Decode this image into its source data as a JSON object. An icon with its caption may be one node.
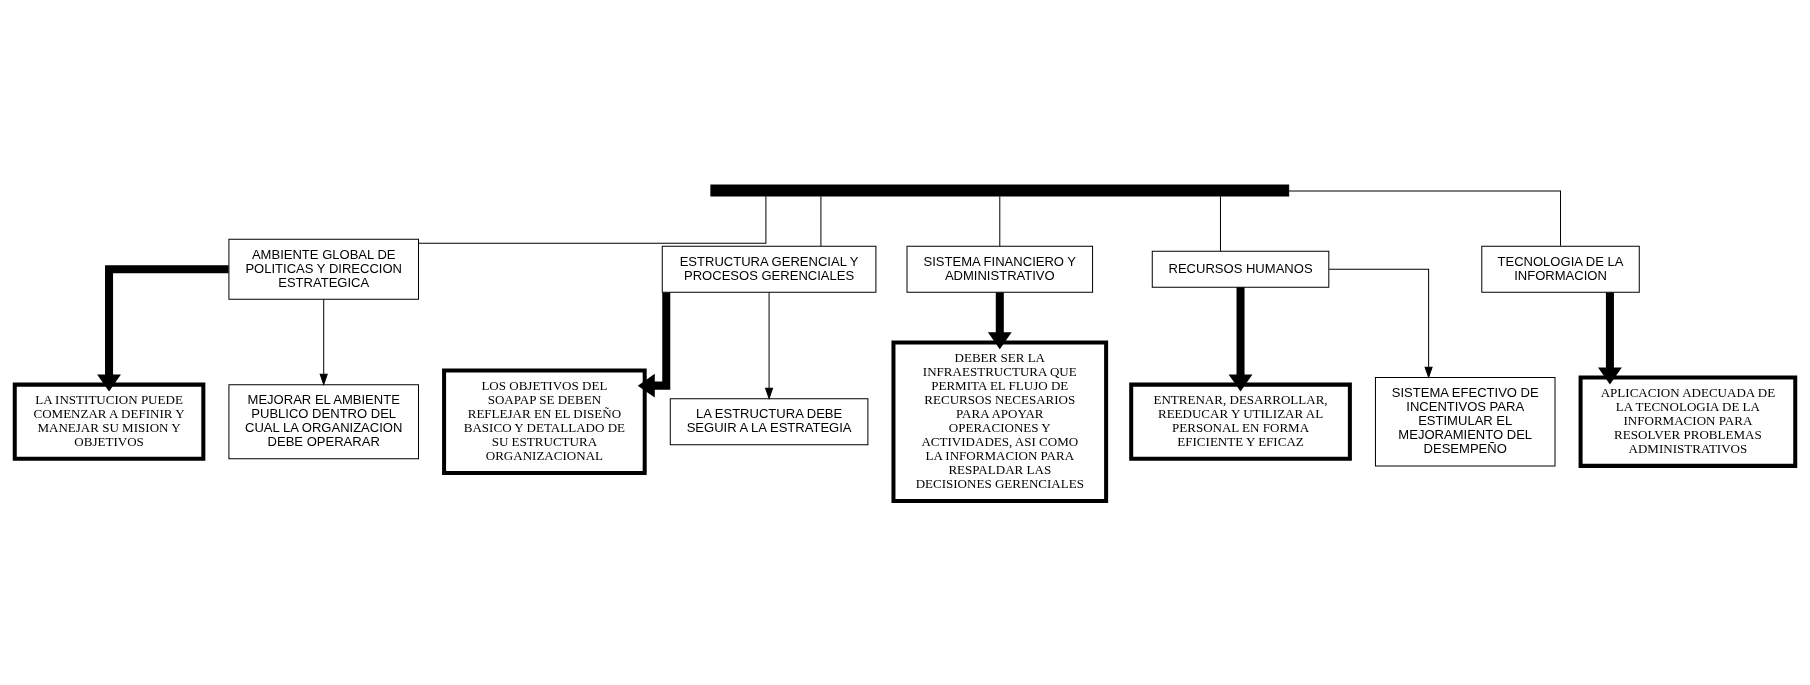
{
  "diagram": {
    "nodes": [
      {
        "text": [],
        "shape": "bar"
      },
      {
        "text": [
          "AMBIENTE GLOBAL DE POLITICAS Y DIRECCION ESTRATEGICA"
        ]
      },
      {
        "text": [
          "ESTRUCTURA GERENCIAL Y PROCESOS GERENCIALES"
        ]
      },
      {
        "text": [
          "SISTEMA FINANCIERO Y ADMINISTRATIVO"
        ]
      },
      {
        "text": [
          "RECURSOS HUMANOS"
        ]
      },
      {
        "text": [
          "TECNOLOGIA DE LA INFORMACION"
        ]
      },
      {
        "text": [
          "LA INSTITUCION PUEDE COMENZAR A DEFINIR Y MANEJAR SU MISION Y OBJETIVOS"
        ]
      },
      {
        "text": [
          "MEJORAR EL AMBIENTE PUBLICO DENTRO DEL CUAL LA ORGANIZACION DEBE OPERARAR"
        ]
      },
      {
        "text": [
          "LOS OBJETIVOS DEL SOAPAP SE DEBEN REFLEJAR EN EL DISEÑO BASICO Y DETALLADO DE SU ESTRUCTURA ORGANIZACIONAL"
        ]
      },
      {
        "text": [
          "LA ESTRUCTURA DEBE SEGUIR A LA ESTRATEGIA"
        ]
      },
      {
        "text": [
          "DEBER SER LA INFRAESTRUCTURA QUE PERMITA EL FLUJO DE RECURSOS NECESARIOS PARA APOYAR OPERACIONES Y ACTIVIDADES, ASI COMO LA INFORMACION PARA RESPALDAR LAS DECISIONES GERENCIALES"
        ]
      },
      {
        "text": [
          "ENTRENAR, DESARROLLAR, REEDUCAR Y UTILIZAR AL PERSONAL EN FORMA EFICIENTE Y EFICAZ"
        ]
      },
      {
        "text": [
          "SISTEMA EFECTIVO DE INCENTIVOS PARA ESTIMULAR EL MEJORAMIENTO DEL DESEMPEÑO"
        ]
      },
      {
        "text": [
          "APLICACION ADECUADA DE LA TECNOLOGIA DE LA INFORMACION PARA RESOLVER PROBLEMAS ADMINISTRATIVOS"
        ]
      }
    ],
    "edges": [
      {
        "from": 0,
        "to": 1,
        "arrow": "none"
      },
      {
        "from": 0,
        "to": 2,
        "arrow": "none"
      },
      {
        "from": 0,
        "to": 3,
        "arrow": "none"
      },
      {
        "from": 0,
        "to": 4,
        "arrow": "none"
      },
      {
        "from": 0,
        "to": 5,
        "arrow": "none"
      },
      {
        "from": 1,
        "to": 6,
        "arrow": "to",
        "style": "thick"
      },
      {
        "from": 1,
        "to": 7,
        "arrow": "to"
      },
      {
        "from": 2,
        "to": 8,
        "arrow": "to",
        "style": "thick"
      },
      {
        "from": 2,
        "to": 9,
        "arrow": "to"
      },
      {
        "from": 3,
        "to": 10,
        "arrow": "to",
        "style": "thick"
      },
      {
        "from": 4,
        "to": 11,
        "arrow": "to",
        "style": "thick"
      },
      {
        "from": 4,
        "to": 12,
        "arrow": "to"
      },
      {
        "from": 5,
        "to": 13,
        "arrow": "to",
        "style": "thick"
      }
    ]
  }
}
